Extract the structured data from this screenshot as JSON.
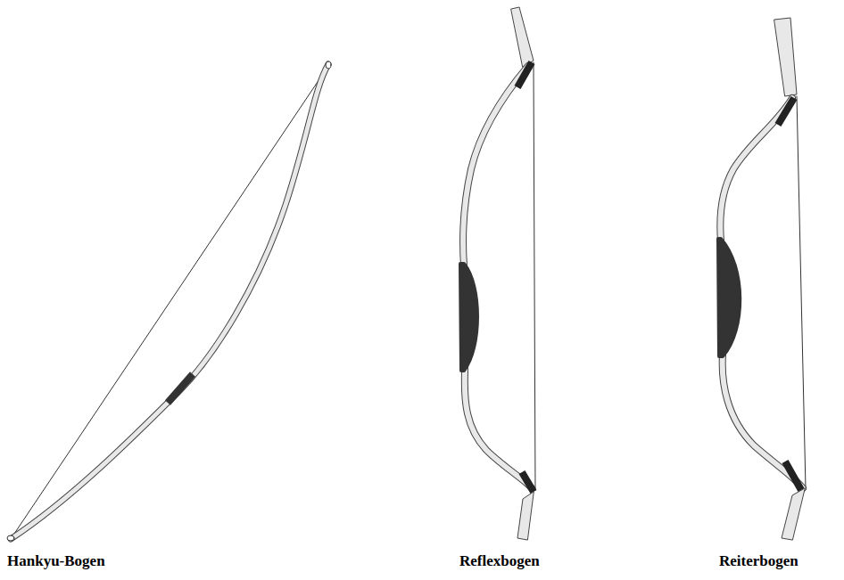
{
  "diagram": {
    "labels": [
      "Hankyu-Bogen",
      "Reflexbogen",
      "Reiterbogen"
    ]
  }
}
